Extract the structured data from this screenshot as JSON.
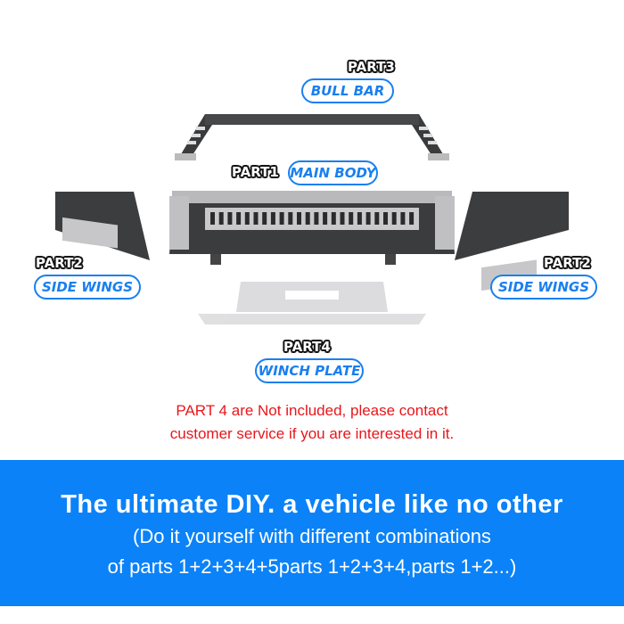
{
  "parts": {
    "part3": {
      "tag": "PART3",
      "name": "BULL BAR"
    },
    "part1": {
      "tag": "PART1",
      "name": "MAIN BODY"
    },
    "part2_left": {
      "tag": "PART2",
      "name": "SIDE WINGS"
    },
    "part2_right": {
      "tag": "PART2",
      "name": "SIDE WINGS"
    },
    "part4": {
      "tag": "PART4",
      "name": "WINCH PLATE"
    }
  },
  "note": {
    "line1": "PART 4 are Not included, please contact",
    "line2": "customer service if you are interested in it."
  },
  "banner": {
    "headline": "The ultimate DIY.  a vehicle like no other",
    "sub1": "(Do it yourself with different combinations",
    "sub2": "of parts 1+2+3+4+5parts 1+2+3+4,parts 1+2...)"
  },
  "colors": {
    "accent": "#1a7ff0",
    "banner": "#0b82f8",
    "note": "#e8161b"
  }
}
